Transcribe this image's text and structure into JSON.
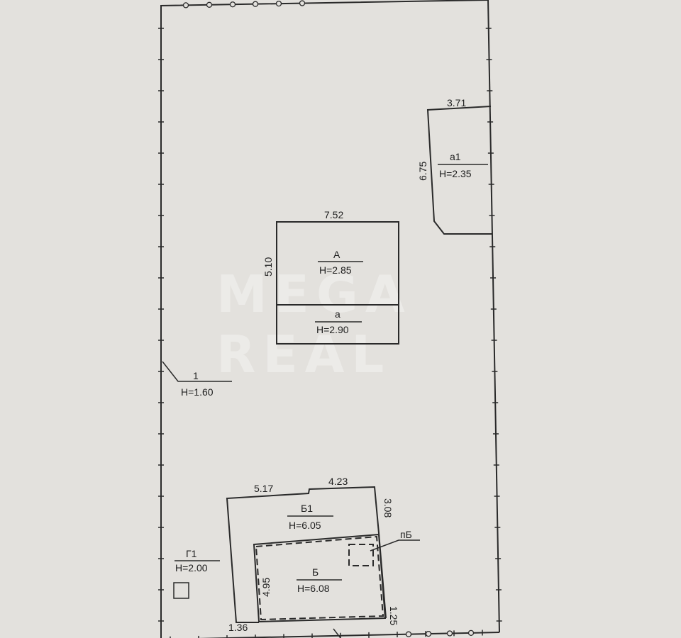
{
  "watermark": {
    "line1": "MEGA",
    "line2": "REAL"
  },
  "building_a1": {
    "width": "3.71",
    "height": "6.75",
    "name": "а1",
    "h": "H=2.35"
  },
  "building_A": {
    "width": "7.52",
    "height": "5.10",
    "name": "А",
    "h": "H=2.85"
  },
  "building_a": {
    "name": "а",
    "h": "H=2.90"
  },
  "plot": {
    "name": "1",
    "h": "H=1.60"
  },
  "building_B1": {
    "width_left": "5.17",
    "width_right": "4.23",
    "height": "3.08",
    "name": "Б1",
    "h": "H=6.05"
  },
  "building_B": {
    "height_left": "4.95",
    "height_right": "1.25",
    "bottom_left": "1.36",
    "name": "Б",
    "h": "H=6.08",
    "sub_label": "пБ"
  },
  "garage_G1": {
    "name": "Г1",
    "h": "H=2.00"
  }
}
